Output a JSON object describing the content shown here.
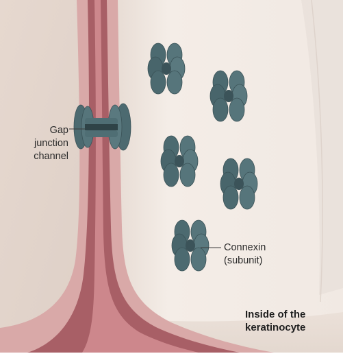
{
  "labels": {
    "gap_junction": [
      "Gap",
      "junction",
      "channel"
    ],
    "connexin": [
      "Connexin",
      "(subunit)"
    ],
    "inside": [
      "Inside of the",
      "keratinocyte"
    ]
  },
  "colors": {
    "background_left": "#e9ddd6",
    "cell_surface": "#f3ece6",
    "cell_shadow": "#dcd2ca",
    "membrane_outer": "#d9a4a3",
    "membrane_inner": "#a45a61",
    "connexin": "#4f6e74",
    "connexin_dark": "#3b5359",
    "label_text": "#2a2a2a"
  },
  "connexin_count": 6
}
